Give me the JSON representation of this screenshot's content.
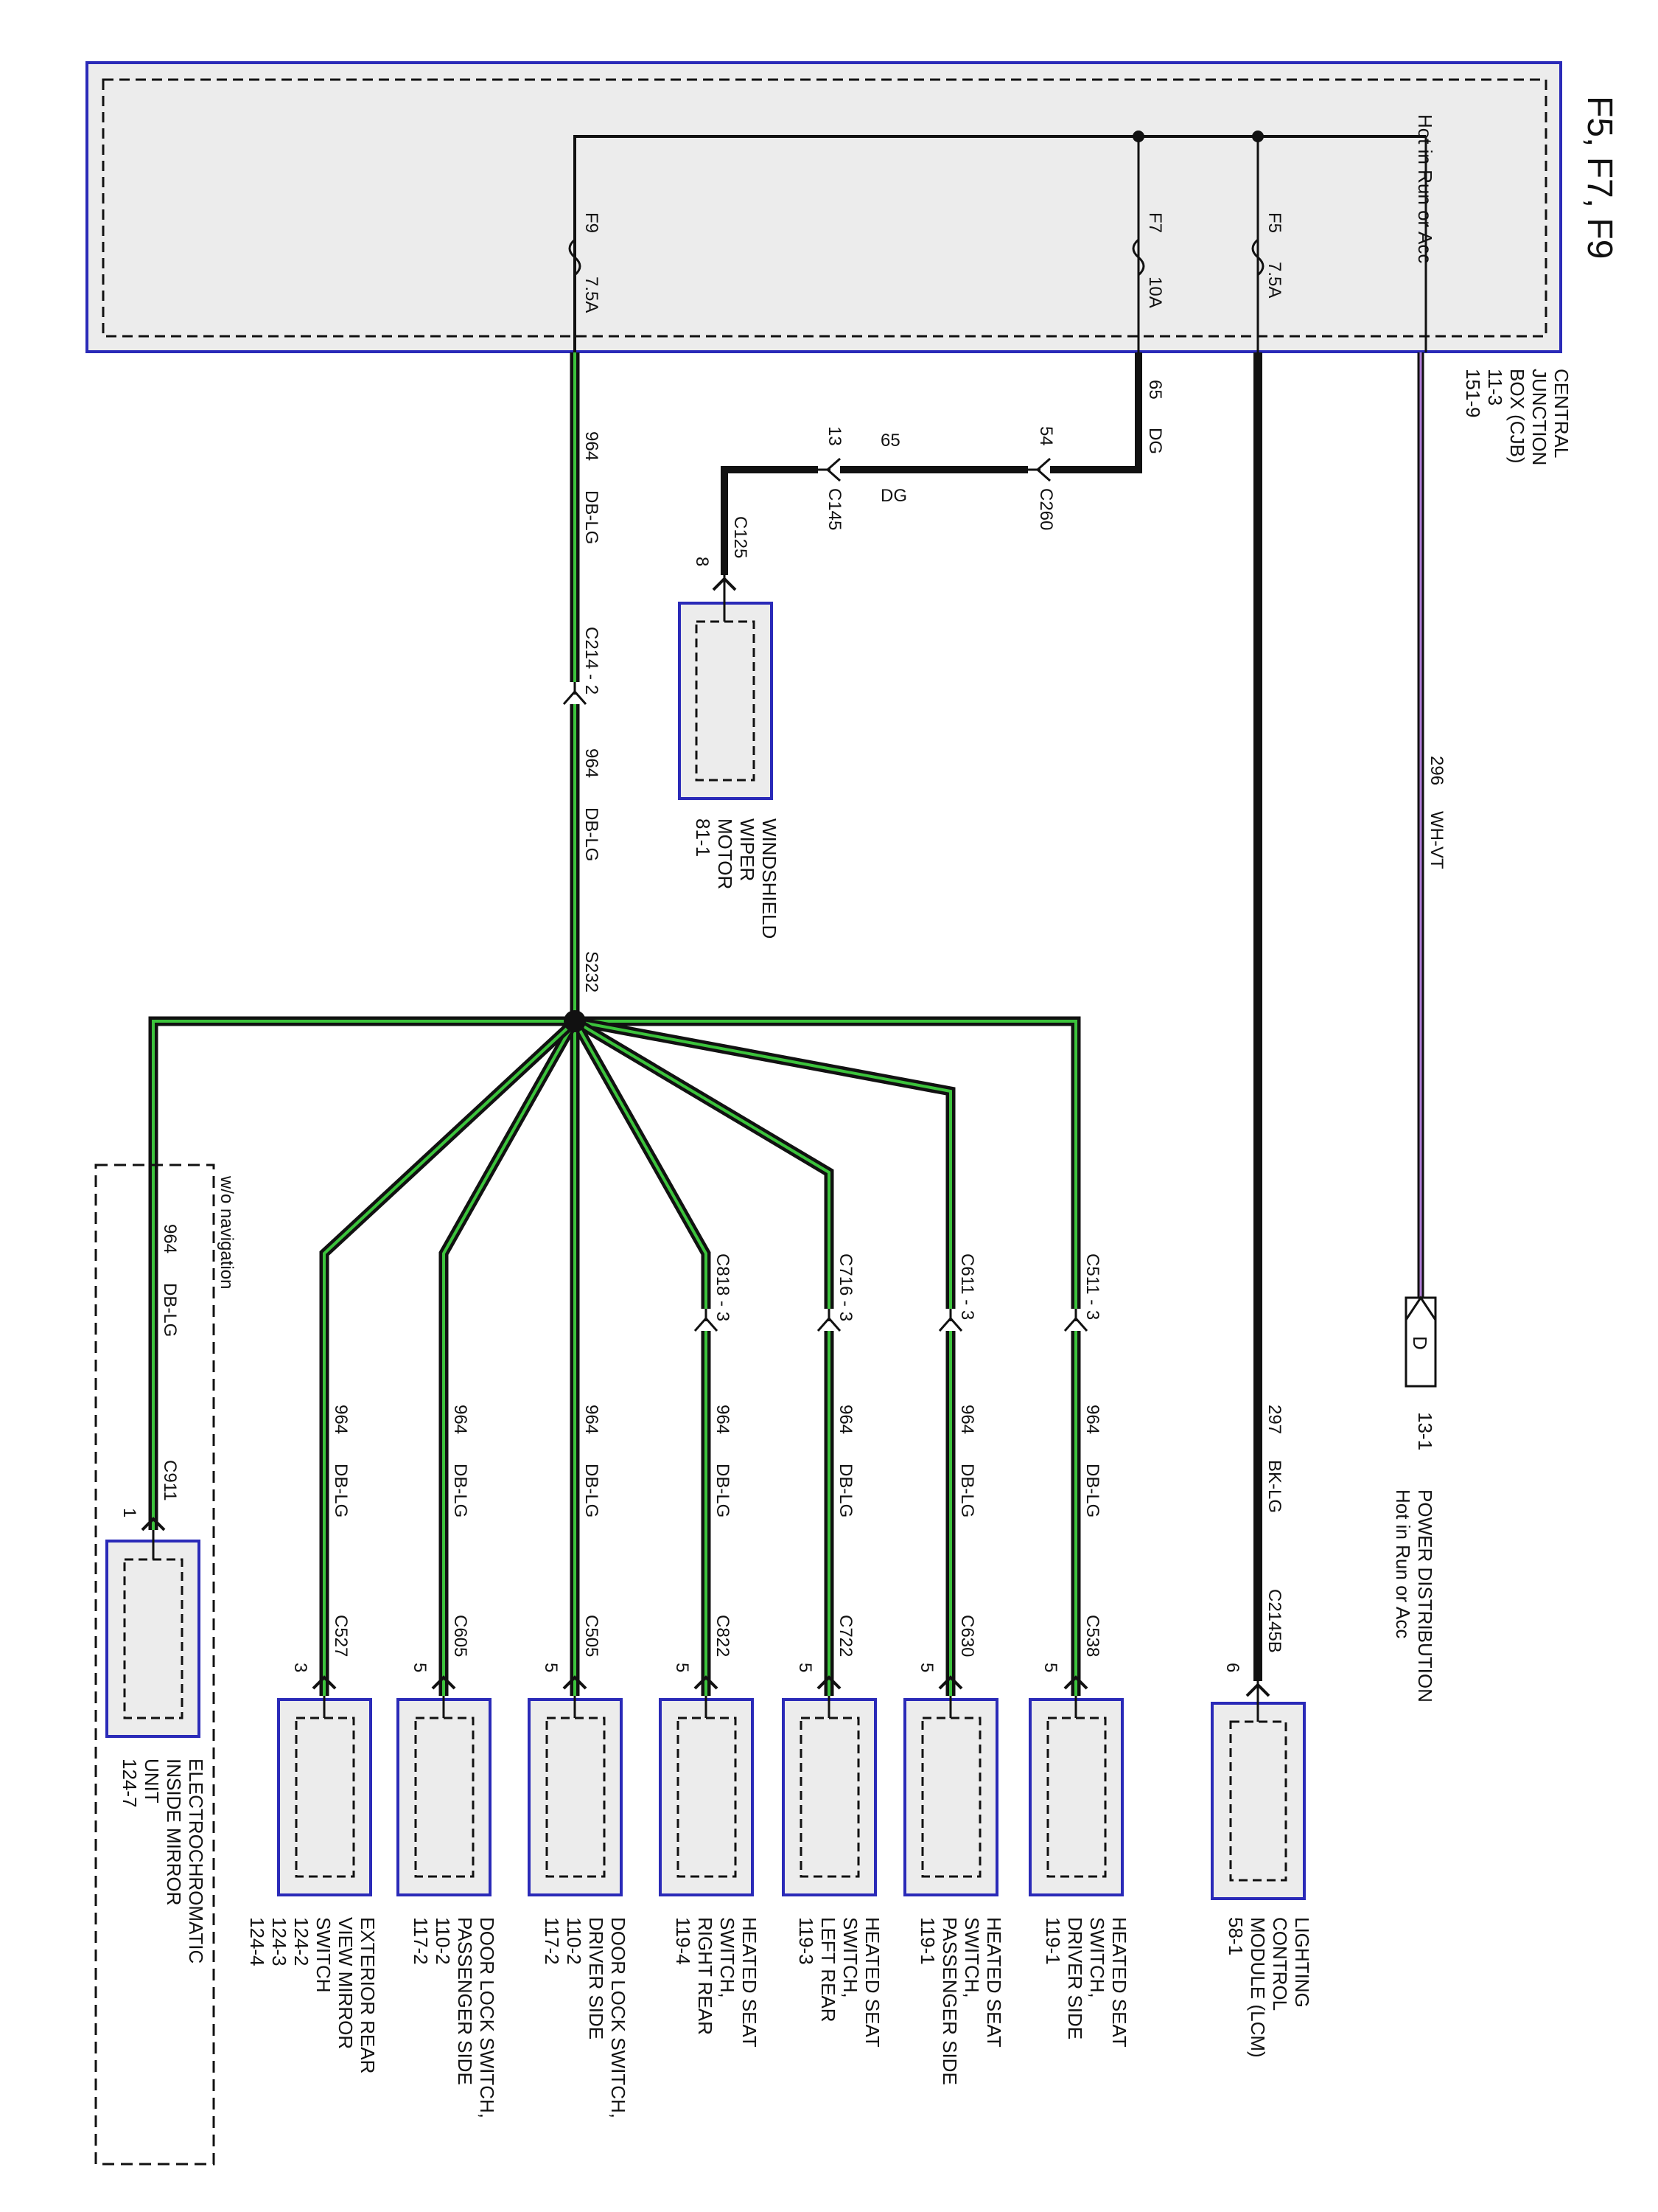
{
  "title": "F5, F7, F9",
  "cjb": {
    "label": "CENTRAL JUNCTION BOX (CJB)",
    "label_lines": [
      "CENTRAL",
      "JUNCTION",
      "BOX (CJB)",
      "11-3",
      "151-9"
    ],
    "bus_label": "Hot in Run or Acc"
  },
  "fuses": [
    {
      "name": "F5",
      "rating": "7.5A"
    },
    {
      "name": "F7",
      "rating": "10A"
    },
    {
      "name": "F9",
      "rating": "7.5A"
    }
  ],
  "wires": {
    "w296": {
      "number": "296",
      "color": "WH-VT"
    },
    "w297": {
      "number": "297",
      "color": "BK-LG"
    },
    "w65_a": {
      "number": "65",
      "color": "DG"
    },
    "w65_b": {
      "number": "65",
      "color": "DG"
    },
    "w964": {
      "number": "964",
      "color": "DB-LG"
    }
  },
  "connectors": {
    "c260": {
      "id": "C260",
      "pin": "54"
    },
    "c145": {
      "id": "C145",
      "pin": "13"
    },
    "c125": {
      "id": "C125",
      "pin": "8"
    },
    "c214": {
      "id": "C214 - 2"
    },
    "s232": {
      "id": "S232"
    },
    "c2145b": {
      "id": "C2145B",
      "pin": "6"
    },
    "c511": {
      "id": "C511 - 3"
    },
    "c611": {
      "id": "C611 - 3"
    },
    "c716": {
      "id": "C716 - 3"
    },
    "c818": {
      "id": "C818 - 3"
    },
    "c538": {
      "id": "C538",
      "pin": "5"
    },
    "c630": {
      "id": "C630",
      "pin": "5"
    },
    "c722": {
      "id": "C722",
      "pin": "5"
    },
    "c822": {
      "id": "C822",
      "pin": "5"
    },
    "c505": {
      "id": "C505",
      "pin": "5"
    },
    "c605": {
      "id": "C605",
      "pin": "5"
    },
    "c527": {
      "id": "C527",
      "pin": "3"
    },
    "c911": {
      "id": "C911",
      "pin": "1"
    }
  },
  "power_distribution": {
    "flag": "D",
    "ref": "13-1",
    "lines": [
      "POWER DISTRIBUTION",
      "Hot in Run or Acc"
    ]
  },
  "components": {
    "wiper": [
      "WINDSHIELD",
      "WIPER",
      "MOTOR",
      "81-1"
    ],
    "lcm": [
      "LIGHTING",
      "CONTROL",
      "MODULE (LCM)",
      "58-1"
    ],
    "hs_driver": [
      "HEATED SEAT",
      "SWITCH,",
      "DRIVER SIDE",
      "119-1"
    ],
    "hs_pass": [
      "HEATED SEAT",
      "SWITCH,",
      "PASSENGER SIDE",
      "119-1"
    ],
    "hs_lr": [
      "HEATED SEAT",
      "SWITCH,",
      "LEFT REAR",
      "119-3"
    ],
    "hs_rr": [
      "HEATED SEAT",
      "SWITCH,",
      "RIGHT REAR",
      "119-4"
    ],
    "dl_driver": [
      "DOOR LOCK SWITCH,",
      "DRIVER SIDE",
      "110-2",
      "117-2"
    ],
    "dl_pass": [
      "DOOR LOCK SWITCH,",
      "PASSENGER SIDE",
      "110-2",
      "117-2"
    ],
    "mirror_switch": [
      "EXTERIOR REAR",
      "VIEW MIRROR",
      "SWITCH",
      "124-2",
      "124-3",
      "124-4"
    ],
    "ecm": [
      "ELECTROCHROMATIC",
      "INSIDE MIRROR",
      "UNIT",
      "124-7"
    ]
  },
  "option_label": "w/o navigation",
  "colors": {
    "dark_green_wire": "#000000",
    "db_lg_stripe": "#3cc33c",
    "wh_vt_stripe": "#9b59b6",
    "bk_lg_stripe": "#3cc33c",
    "box_border": "#2a2ab8",
    "box_fill": "#ededed"
  }
}
